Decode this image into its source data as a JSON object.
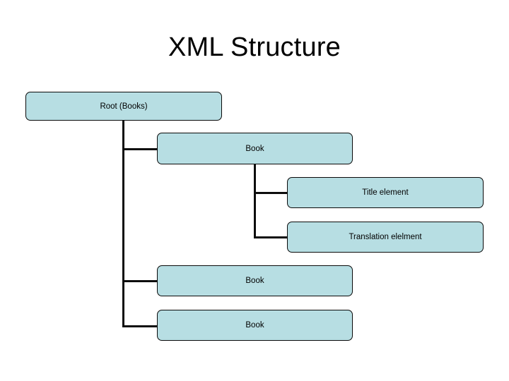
{
  "slide": {
    "title": "XML Structure",
    "background_color": "#ffffff",
    "node_fill_color": "#b7dee3",
    "node_border_color": "#0a0a0a",
    "connector_color": "#0d0d0d",
    "text_color": "#000000"
  },
  "chart_data": {
    "type": "diagram",
    "title": "XML Structure",
    "diagram_kind": "tree",
    "nodes": [
      {
        "id": "root",
        "label": "Root (Books)",
        "level": 0,
        "parent": null
      },
      {
        "id": "book1",
        "label": "Book",
        "level": 1,
        "parent": "root"
      },
      {
        "id": "title-elem",
        "label": "Title element",
        "level": 2,
        "parent": "book1"
      },
      {
        "id": "trans-elem",
        "label": "Translation elelment",
        "level": 2,
        "parent": "book1"
      },
      {
        "id": "book2",
        "label": "Book",
        "level": 1,
        "parent": "root"
      },
      {
        "id": "book3",
        "label": "Book",
        "level": 1,
        "parent": "root"
      }
    ],
    "edges": [
      {
        "from": "root",
        "to": "book1"
      },
      {
        "from": "root",
        "to": "book2"
      },
      {
        "from": "root",
        "to": "book3"
      },
      {
        "from": "book1",
        "to": "title-elem"
      },
      {
        "from": "book1",
        "to": "trans-elem"
      }
    ]
  },
  "nodes": {
    "root": {
      "label": "Root (Books)"
    },
    "book1": {
      "label": "Book"
    },
    "title_elem": {
      "label": "Title element"
    },
    "trans_elem": {
      "label": "Translation elelment"
    },
    "book2": {
      "label": "Book"
    },
    "book3": {
      "label": "Book"
    }
  }
}
